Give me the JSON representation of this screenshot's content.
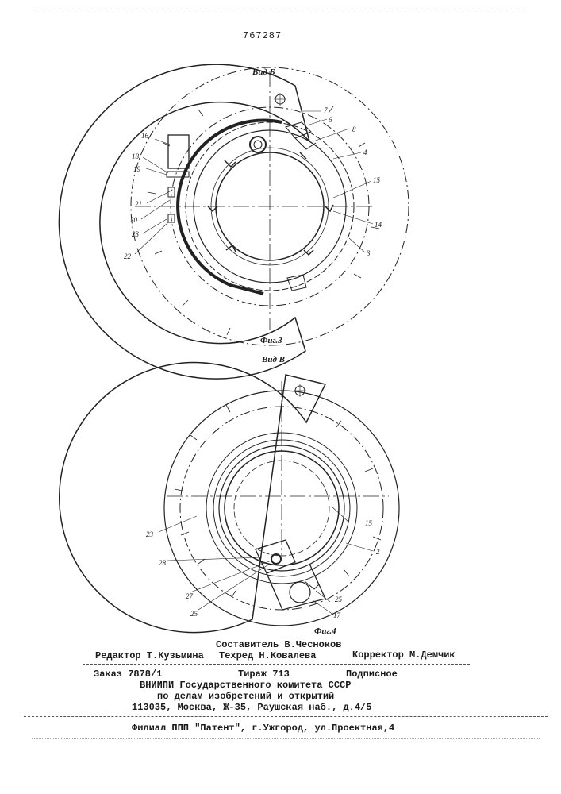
{
  "document": {
    "patent_number": "767287"
  },
  "figure3": {
    "view_label": "Вид Б",
    "caption": "Фиг.3",
    "labels": {
      "l7": "7",
      "l6": "6",
      "l8": "8",
      "l4": "4",
      "l15": "15",
      "l14": "14",
      "l3": "3",
      "l16": "16",
      "l18": "18",
      "l19": "19",
      "l21": "21",
      "l20": "20",
      "l23": "23",
      "l22": "22"
    }
  },
  "figure4": {
    "view_label": "Вид В",
    "caption": "Фиг.4",
    "labels": {
      "l23": "23",
      "l15": "15",
      "l2": "2",
      "l28": "28",
      "l27": "27",
      "l25a": "25",
      "l25b": "25",
      "l17": "17"
    }
  },
  "imprint": {
    "compiler": "Составитель В.Чесноков",
    "editor": "Редактор Т.Кузьмина",
    "techred": "Техред Н.Ковалева",
    "corrector": "Корректор М.Демчик",
    "order": "Заказ 7878/1",
    "circulation": "Тираж 713",
    "subscription": "Подписное",
    "org_line1": "ВНИИПИ Государственного комитета СССР",
    "org_line2": "по делам изобретений и открытий",
    "address": "113035, Москва, Ж-35, Раушская наб., д.4/5",
    "branch": "Филиал ППП \"Патент\", г.Ужгород, ул.Проектная,4"
  }
}
